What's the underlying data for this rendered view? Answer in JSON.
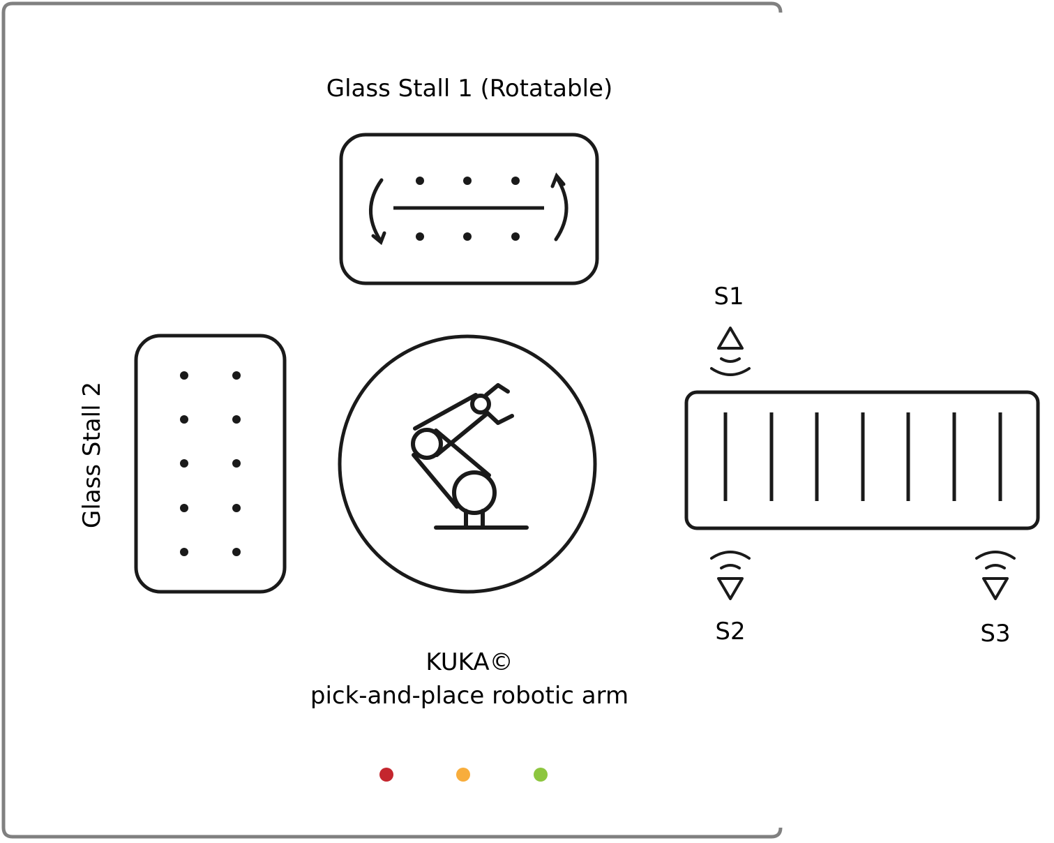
{
  "labels": {
    "stall1": "Glass Stall 1 (Rotatable)",
    "stall2": "Glass Stall 2",
    "robot_line1": "KUKA©",
    "robot_line2": "pick-and-place robotic arm",
    "sensor_s1": "S1",
    "sensor_s2": "S2",
    "sensor_s3": "S3"
  },
  "icons": {
    "robot": "robotic-arm-icon",
    "rotate": "rotate-arrows-icon",
    "sensor": "proximity-sensor-icon"
  },
  "status_lights": [
    {
      "name": "red-status-light",
      "color": "#c4262e"
    },
    {
      "name": "orange-status-light",
      "color": "#f8ad3c"
    },
    {
      "name": "green-status-light",
      "color": "#8dc63f"
    }
  ],
  "colors": {
    "frame": "#808080",
    "stroke": "#1a1a1a"
  }
}
